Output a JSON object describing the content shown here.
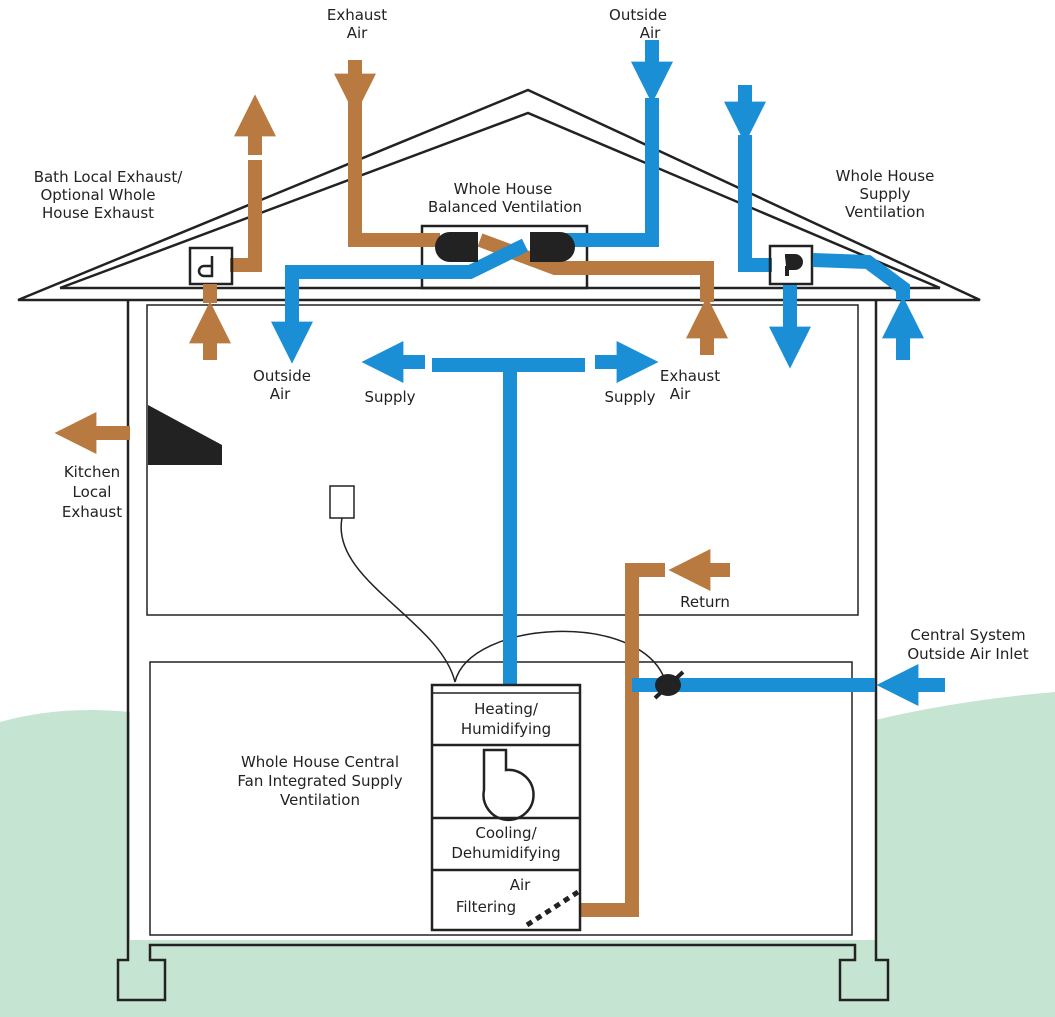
{
  "colors": {
    "supply_air": "#1a8fd6",
    "exhaust_air": "#b87a40",
    "ground": "#c6e4d2"
  },
  "labels": {
    "exhaust_air_top": [
      "Exhaust",
      "Air"
    ],
    "outside_air_top": [
      "Outside",
      "Air"
    ],
    "bath": [
      "Bath Local Exhaust/",
      "Optional Whole",
      "House Exhaust"
    ],
    "balanced": [
      "Whole House",
      "Balanced Ventilation"
    ],
    "supply_vent": [
      "Whole House",
      "Supply",
      "Ventilation"
    ],
    "outside_air_room": [
      "Outside",
      "Air"
    ],
    "supply_left": "Supply",
    "supply_right": "Supply",
    "exhaust_air_room": [
      "Exhaust",
      "Air"
    ],
    "kitchen": [
      "Kitchen",
      "Local",
      "Exhaust"
    ],
    "return": "Return",
    "central_inlet": [
      "Central System",
      "Outside Air Inlet"
    ],
    "central_fan": [
      "Whole House Central",
      "Fan Integrated Supply",
      "Ventilation"
    ]
  },
  "air_handler": {
    "heating": [
      "Heating/",
      "Humidifying"
    ],
    "cooling": [
      "Cooling/",
      "Dehumidifying"
    ],
    "filter": [
      "Air",
      "Filtering"
    ]
  }
}
